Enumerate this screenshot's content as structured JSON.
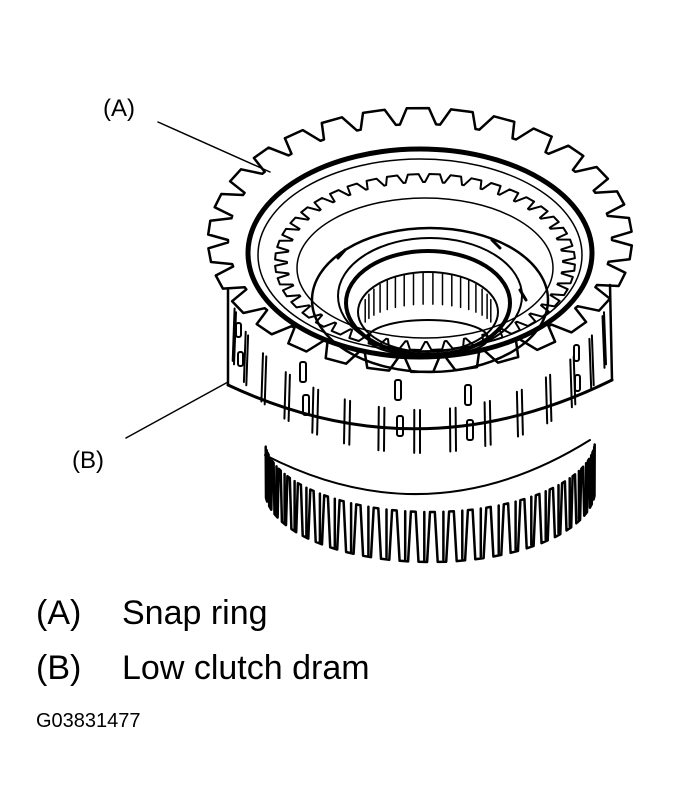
{
  "callouts": {
    "a": "(A)",
    "b": "(B)"
  },
  "legend": [
    {
      "key": "(A)",
      "text": "Snap ring"
    },
    {
      "key": "(B)",
      "text": "Low clutch dram"
    }
  ],
  "figure_id": "G03831477"
}
